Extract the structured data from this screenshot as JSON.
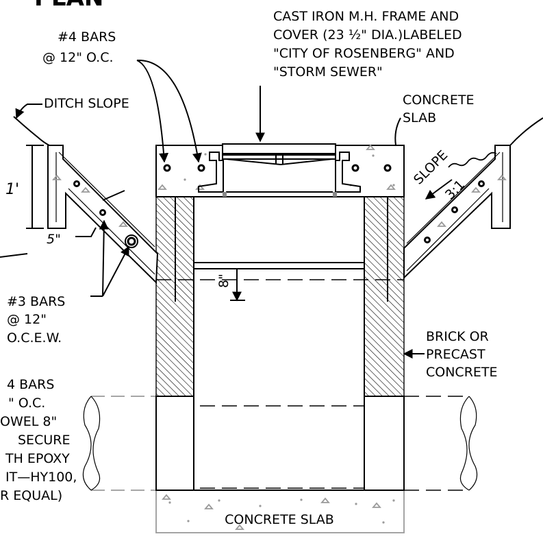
{
  "title_fragment": "PLAN",
  "labels": {
    "frame_cover_1": "CAST IRON M.H. FRAME AND",
    "frame_cover_2": "COVER (23 ½\" DIA.)LABELED",
    "frame_cover_3": "\"CITY OF ROSENBERG\" AND",
    "frame_cover_4": "\"STORM SEWER\"",
    "bars4_1": "#4 BARS",
    "bars4_2": "@ 12\" O.C.",
    "ditch_slope": "DITCH SLOPE",
    "concrete_slab_top_1": "CONCRETE",
    "concrete_slab_top_2": "SLAB",
    "slope_text": "SLOPE",
    "slope_ratio": "3:1",
    "dim_1ft": "1'",
    "dim_5in": "5\"",
    "dim_8in": "8\"",
    "bars3_1": "#3 BARS",
    "bars3_2": "@ 12\"",
    "bars3_3": "O.C.E.W.",
    "brick_1": "BRICK OR",
    "brick_2": "PRECAST",
    "brick_3": "CONCRETE",
    "dowel_1": "4 BARS",
    "dowel_2": "\" O.C.",
    "dowel_3": "OWEL 8\"",
    "dowel_4": "SECURE",
    "dowel_5": "TH EPOXY",
    "dowel_6": "IT—HY100,",
    "dowel_7": "R EQUAL)",
    "concrete_slab_bottom": "CONCRETE SLAB"
  },
  "colors": {
    "line": "#000000",
    "background": "#ffffff",
    "hidden_grey": "#9a9a9a"
  }
}
